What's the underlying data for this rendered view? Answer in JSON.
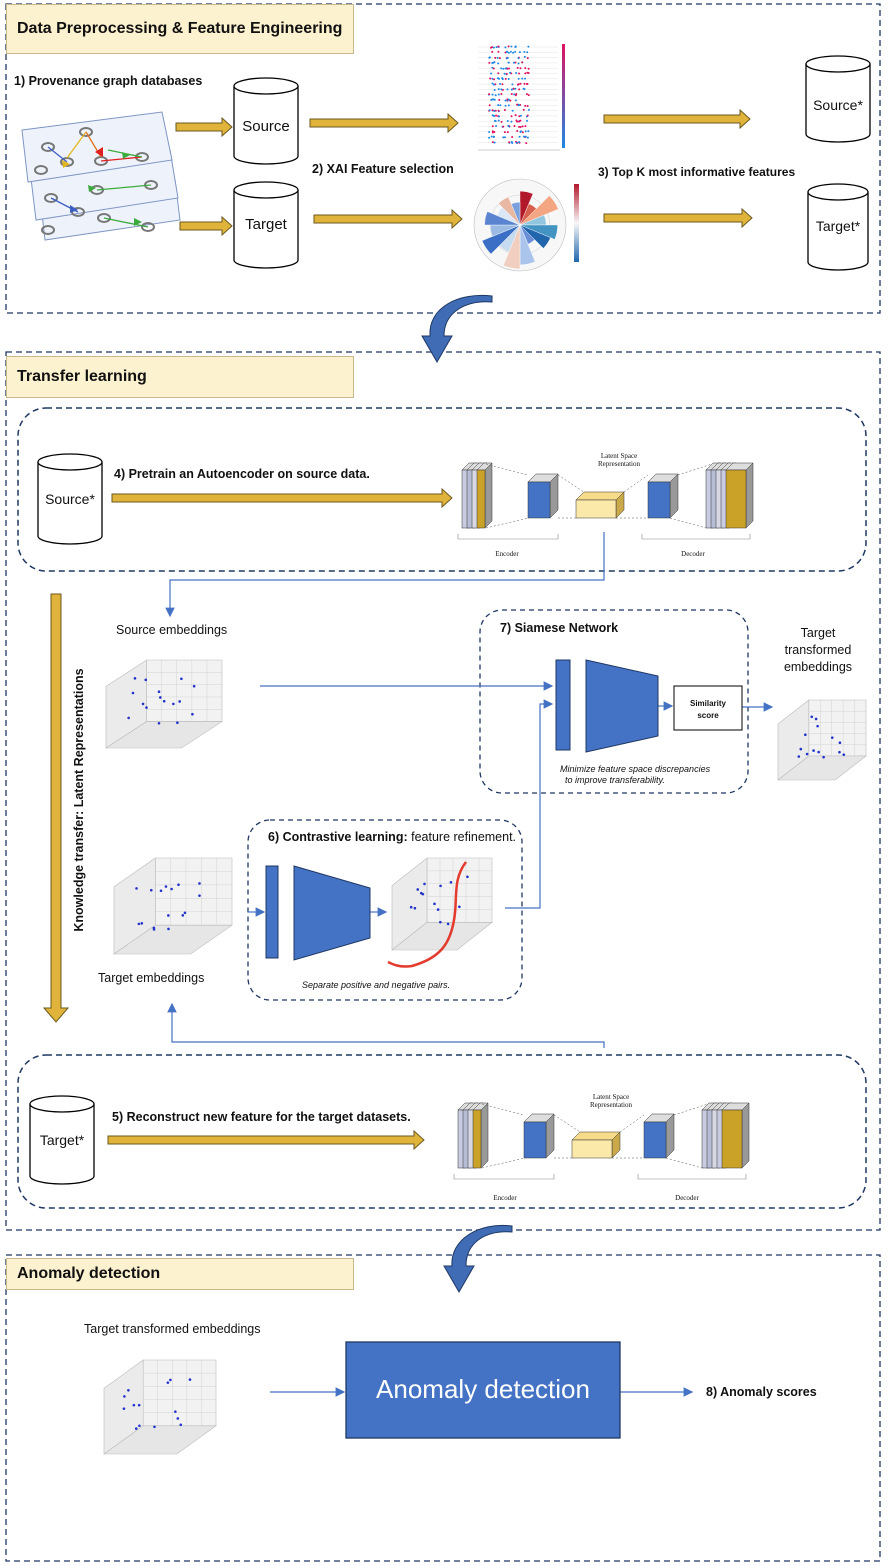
{
  "sections": {
    "preprocessing": "Data Preprocessing & Feature Engineering",
    "transfer": "Transfer learning",
    "anomaly": "Anomaly detection"
  },
  "steps": {
    "s1": "1) Provenance graph databases",
    "s2": "2) XAI Feature selection",
    "s3": "3) Top K most informative features",
    "s4": "4) Pretrain an Autoencoder on source data.",
    "s5": "5) Reconstruct new feature for the target datasets.",
    "s6_bold": "6) Contrastive learning:",
    "s6_rest": "feature refinement.",
    "s7": "7) Siamese Network",
    "s8": "8) Anomaly scores"
  },
  "databases": {
    "source": "Source",
    "target": "Target",
    "source_star": "Source*",
    "target_star": "Target*"
  },
  "autoencoder": {
    "latent_line1": "Latent Space",
    "latent_line2": "Representation",
    "encoder": "Encoder",
    "decoder": "Decoder"
  },
  "embeddings": {
    "source": "Source embeddings",
    "target": "Target embeddings",
    "target_transformed_1": "Target",
    "target_transformed_2": "transformed",
    "target_transformed_3": "embeddings",
    "target_transformed_full": "Target transformed embeddings"
  },
  "siamese": {
    "similarity_1": "Similarity",
    "similarity_2": "score",
    "note_1": "Minimize feature space discrepancies",
    "note_2": "to improve transferability."
  },
  "contrastive": {
    "note": "Separate positive and negative pairs."
  },
  "knowledge_transfer": "Knowledge transfer:  Latent Representations",
  "anomaly_box": "Anomaly detection",
  "colors": {
    "title_bg": "#fdf2cf",
    "gold": "#e0b33a",
    "blue": "#4472c4",
    "dark_blue": "#1f3864",
    "cream": "#fbe9a9"
  }
}
